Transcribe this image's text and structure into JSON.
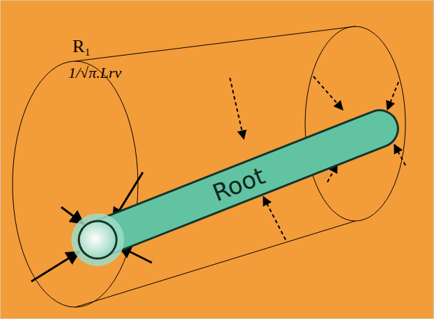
{
  "diagram": {
    "nodes": [
      {
        "text": [
          "Root"
        ]
      }
    ],
    "labels": [
      "R₁",
      "1/√π.Lrv"
    ]
  }
}
